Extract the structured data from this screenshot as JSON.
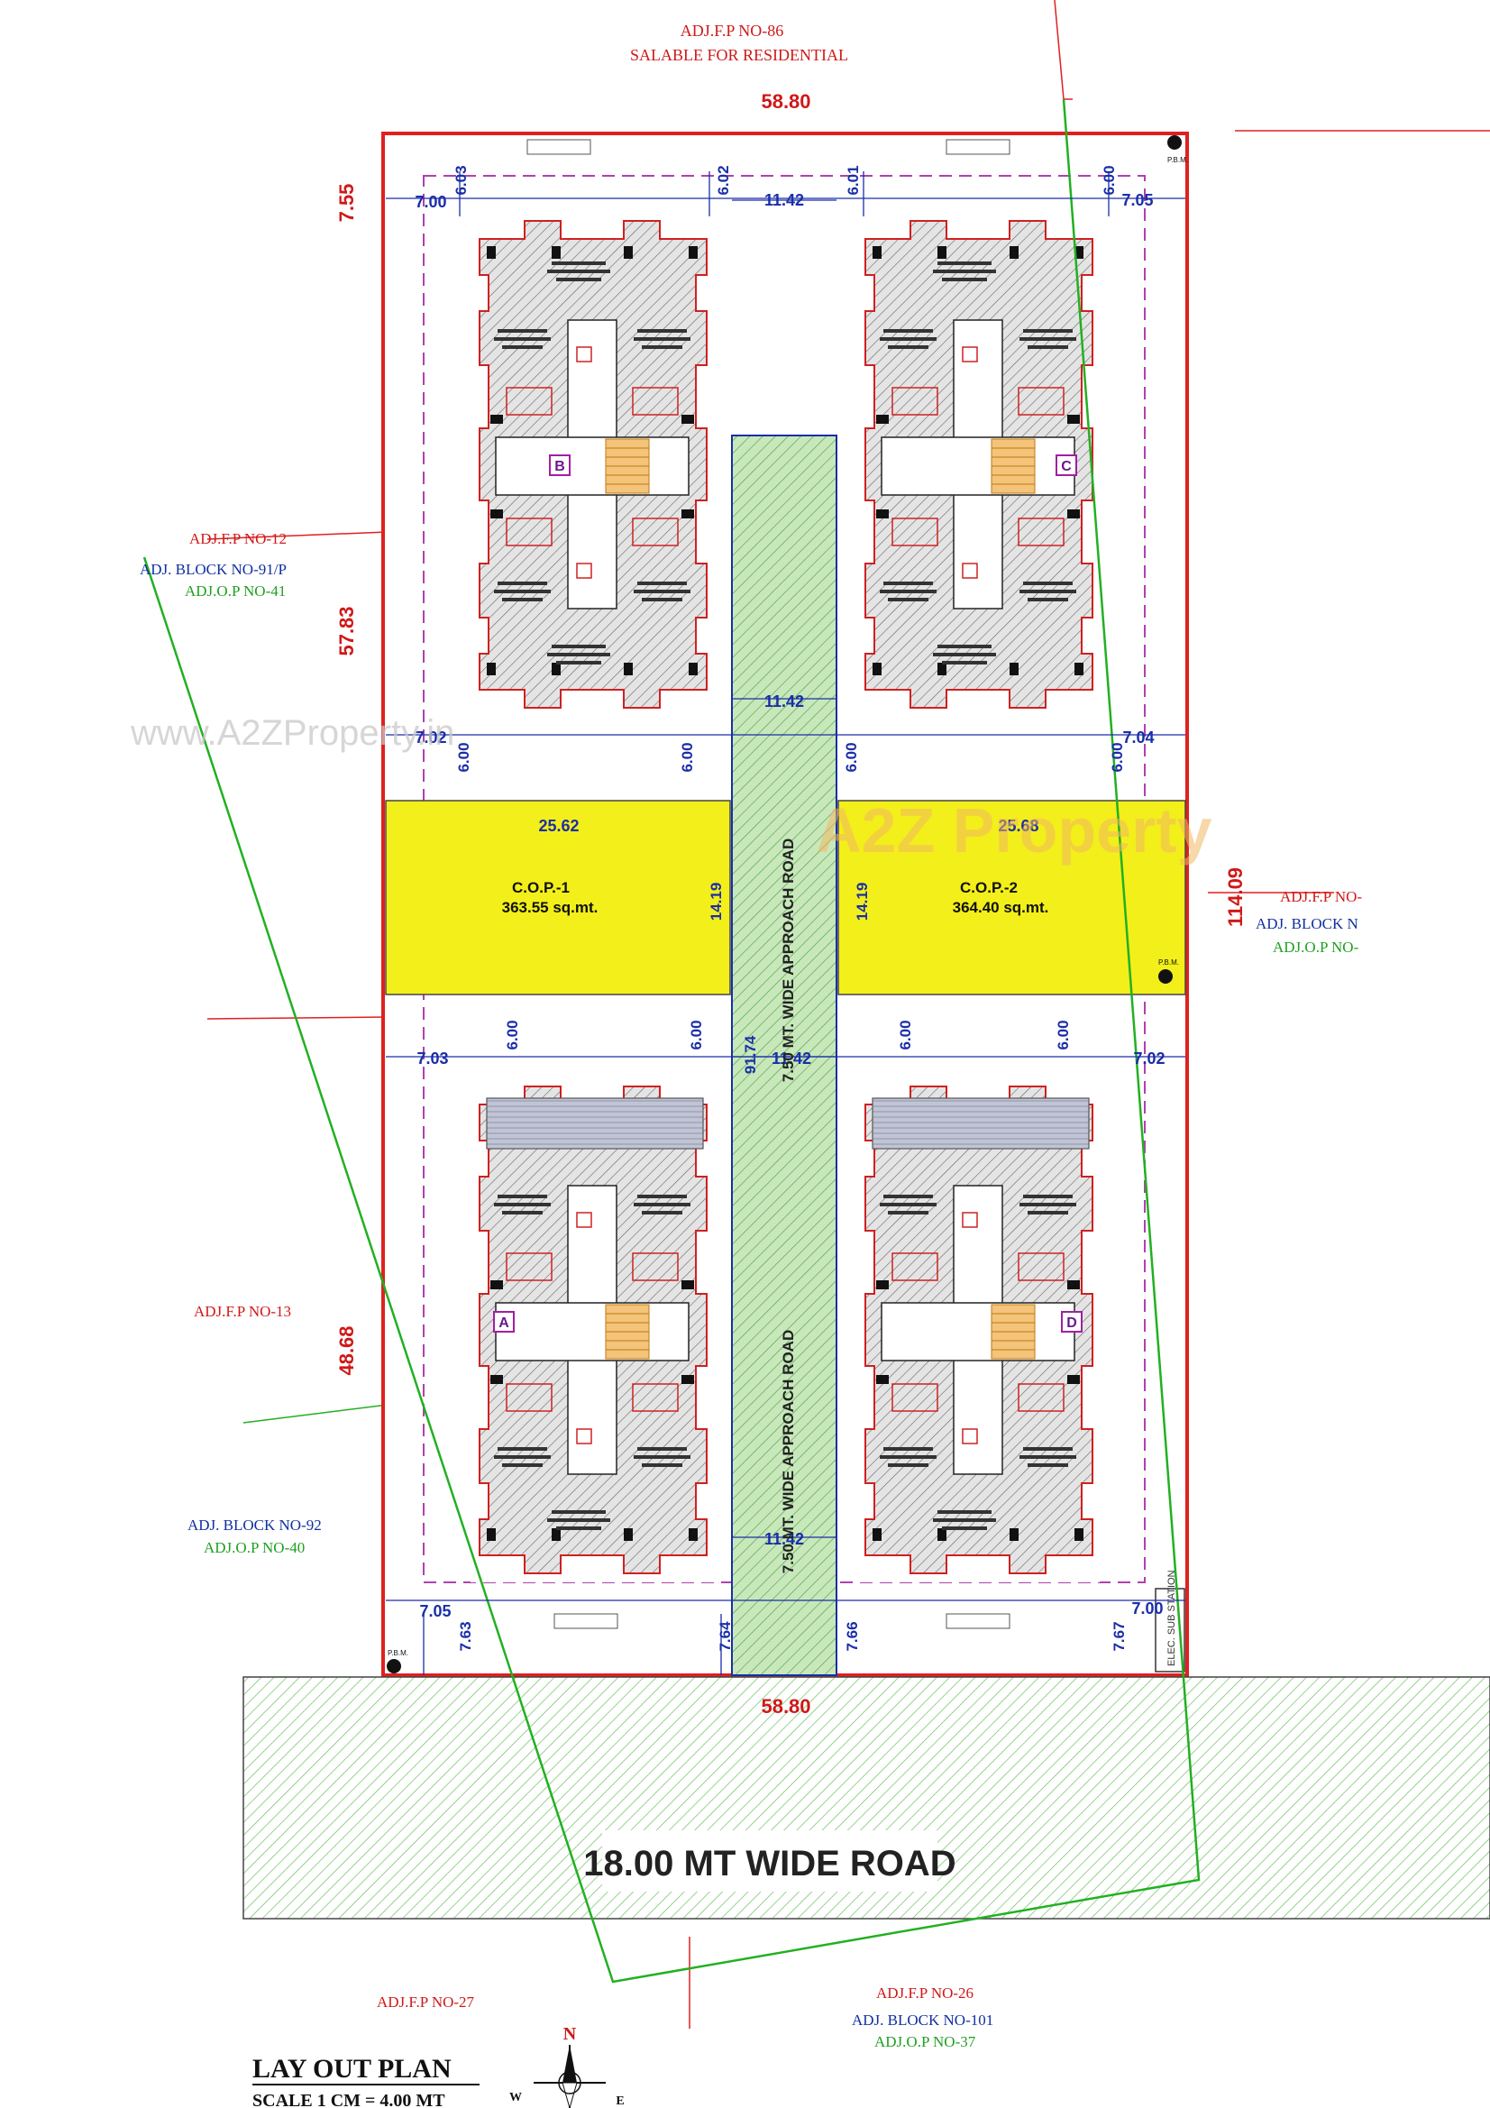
{
  "neighbours": {
    "top_fp": "ADJ.F.P NO-86",
    "top_use": "SALABLE FOR RESIDENTIAL",
    "left_fp_12": "ADJ.F.P NO-12",
    "left_block_91": "ADJ. BLOCK  NO-91/P",
    "left_op_41": "ADJ.O.P NO-41",
    "left_fp_13": "ADJ.F.P NO-13",
    "left_block_92": "ADJ. BLOCK  NO-92",
    "left_op_40": "ADJ.O.P NO-40",
    "right_fp": "ADJ.F.P NO-",
    "right_block": "ADJ. BLOCK  N",
    "right_op": "ADJ.O.P NO-",
    "bottom_fp_27": "ADJ.F.P NO-27",
    "bottom_fp_26": "ADJ.F.P NO-26",
    "bottom_block_101": "ADJ. BLOCK  NO-101",
    "bottom_op_37": "ADJ.O.P NO-37"
  },
  "plot_dimensions": {
    "top_width": "58.80",
    "bottom_width": "58.80",
    "total_depth": "114.09",
    "left_upper": "7.55",
    "left_mid": "57.83",
    "left_lower": "48.68",
    "road_length": "91.74"
  },
  "internal_dimensions": {
    "top_row": [
      "7.00",
      "6.03",
      "6.02",
      "11.42",
      "6.01",
      "6.00",
      "7.05"
    ],
    "upper_mid_row": [
      "7.02",
      "6.00",
      "6.00",
      "11.42",
      "6.00",
      "6.00",
      "7.04"
    ],
    "lower_mid_row": [
      "7.03",
      "6.00",
      "6.00",
      "11.42",
      "6.00",
      "6.00",
      "7.02"
    ],
    "lower_center_gap": "11.42",
    "bottom_row": [
      "7.05",
      "7.63",
      "7.64",
      "7.66",
      "7.67",
      "7.00"
    ],
    "cop1_width": "25.62",
    "cop2_width": "25.68",
    "cop1_depth": "14.19",
    "cop2_depth": "14.19"
  },
  "open_spaces": {
    "cop1_name": "C.O.P.-1",
    "cop1_area": "363.55 sq.mt.",
    "cop2_name": "C.O.P.-2",
    "cop2_area": "364.40 sq.mt."
  },
  "blocks": [
    "A",
    "B",
    "C",
    "D"
  ],
  "roads": {
    "internal_upper": "7.50  MT. WIDE APPROACH ROAD",
    "internal_lower": "7.50  MT. WIDE APPROACH ROAD",
    "main_road": "18.00 MT WIDE ROAD"
  },
  "markers": {
    "pbm": "P.B.M.",
    "substation": "ELEC. SUB STATION"
  },
  "title": {
    "heading": "LAY OUT PLAN",
    "scale": "SCALE 1 CM = 4.00 MT"
  },
  "compass": {
    "n": "N",
    "w": "W",
    "e": "E"
  },
  "watermarks": {
    "url": "www.A2ZProperty.in",
    "brand": "A2Z Property"
  },
  "colors": {
    "boundary": "#e02020",
    "cop_fill": "#f3ef1a",
    "road_fill": "#a8d89a",
    "green_line": "#22b022",
    "dim_blue": "#1a2ea8"
  }
}
